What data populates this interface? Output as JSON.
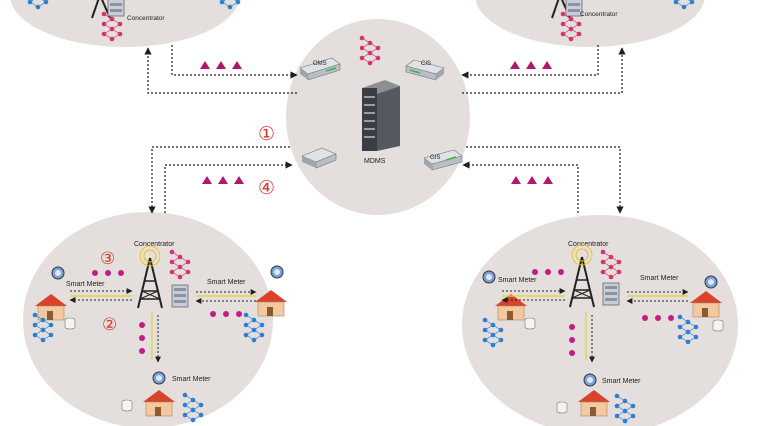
{
  "center": {
    "label": "MDMS",
    "servers": [
      "OMS",
      "CIS",
      "GIS"
    ]
  },
  "concentrator_label": "Concentrator",
  "smart_meter_label": "Smart Meter",
  "steps": [
    "①",
    "②",
    "③",
    "④"
  ],
  "colors": {
    "bubble": "#e4dfdd",
    "neural": "#d6336c",
    "neural_blue": "#2a7fd4",
    "arrow": "#1f1f1f",
    "triangle": "#b0176f",
    "dot": "#c21c86",
    "step": "#d63a2b",
    "roof": "#d9432b",
    "wall": "#f2c9a0"
  },
  "icons": [
    "server-rack-icon",
    "neural-network-icon",
    "transmission-tower-icon",
    "smart-meter-icon",
    "house-icon",
    "database-icon",
    "server-box-icon"
  ]
}
